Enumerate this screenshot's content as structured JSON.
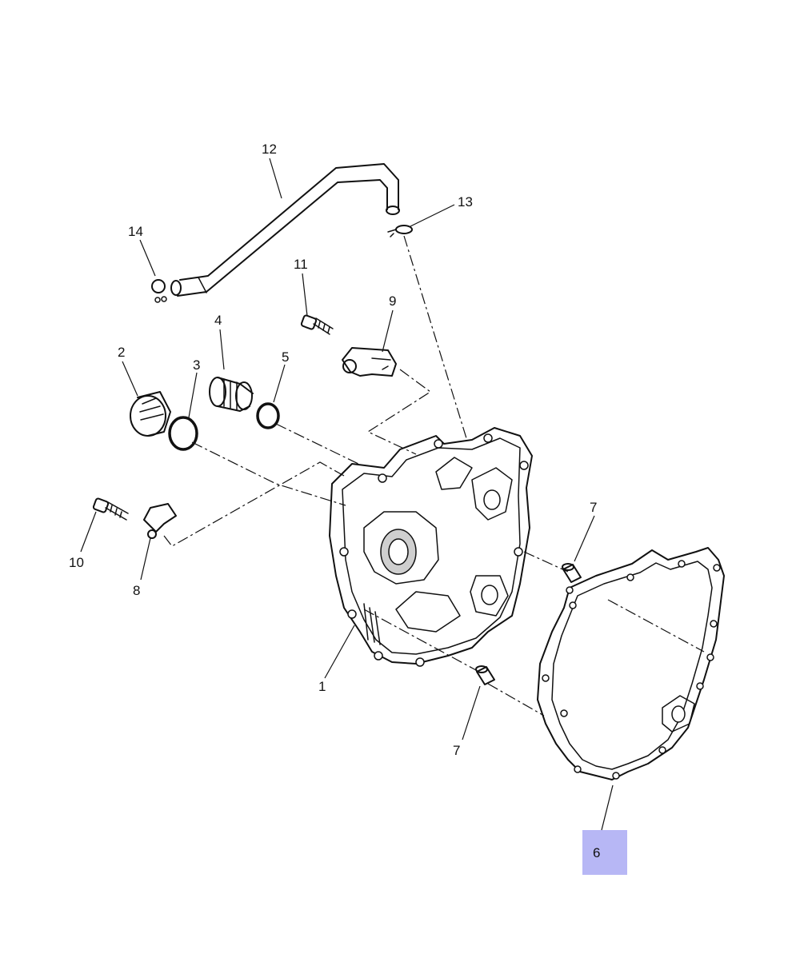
{
  "diagram": {
    "highlight_color": "#b7b7f5",
    "highlighted_callout": "6",
    "callouts": {
      "c1": "1",
      "c2": "2",
      "c3": "3",
      "c4": "4",
      "c5": "5",
      "c6": "6",
      "c7a": "7",
      "c7b": "7",
      "c8": "8",
      "c9": "9",
      "c10": "10",
      "c11": "11",
      "c12": "12",
      "c13": "13",
      "c14": "14"
    }
  }
}
